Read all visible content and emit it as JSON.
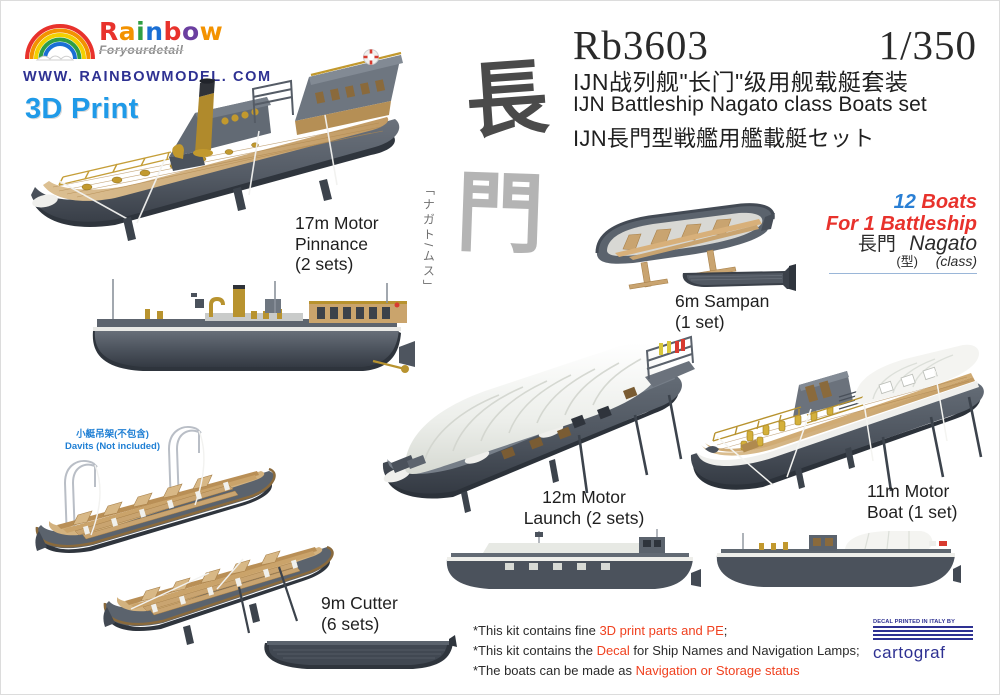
{
  "brand": {
    "name_letters": [
      "R",
      "a",
      "i",
      "n",
      "b",
      "o",
      "w"
    ],
    "tagline": "Foryourdetail",
    "url": "WWW. RAINBOWMODEL. COM",
    "badge": "3D Print",
    "logo_icon": "rainbow-arc-icon"
  },
  "title": {
    "kit_code": "Rb3603",
    "scale": "1/350",
    "line_cn": "IJN战列舰\"长门\"级用舰载艇套装",
    "line_en": "IJN Battleship Nagato class Boats set",
    "line_jp": "IJN長門型戦艦用艦載艇セット"
  },
  "calligraphy": {
    "char_1": "長",
    "char_2": "門",
    "kana": "「ナガト/ムス」"
  },
  "info": {
    "count_number": "12",
    "count_word": " Boats",
    "count_line2": "For 1 Battleship",
    "class_jp": "長門",
    "class_en": "Nagato",
    "class_jp_sub": "(型)",
    "class_en_sub": "(class)"
  },
  "labels": {
    "motor_pinnance": "17m Motor\nPinnance\n(2 sets)",
    "motor_pinnance_l1": "17m Motor",
    "motor_pinnance_l2": "Pinnance",
    "motor_pinnance_l3": "(2 sets)",
    "sampan_l1": "6m Sampan",
    "sampan_l2": "(1 set)",
    "motor_launch_l1": "12m Motor",
    "motor_launch_l2": "Launch (2 sets)",
    "motor_boat_l1": "11m Motor",
    "motor_boat_l2": "Boat (1 set)",
    "cutter_l1": "9m Cutter",
    "cutter_l2": "(6 sets)",
    "davits_cn": "小艇吊架(不包含)",
    "davits_en": "Davits (Not included)"
  },
  "notes": {
    "line1_a": "*This kit contains fine ",
    "line1_hl": "3D print parts and PE",
    "line1_b": ";",
    "line2_a": "*This kit contains the ",
    "line2_hl": "Decal",
    "line2_b": " for Ship Names and Navigation Lamps;",
    "line3_a": "*The boats can be made as ",
    "line3_hl": "Navigation or Storage status",
    "line3_b": ""
  },
  "cartograf": {
    "top": "DECAL PRINTED IN ITALY BY",
    "name": "cartograf"
  },
  "colors": {
    "hull_gray": "#5b636d",
    "hull_gray_dark": "#3f4650",
    "deck_tan": "#c9a470",
    "deck_tan_light": "#dcc093",
    "brass": "#b8932f",
    "canvas_white": "#f2f2ee",
    "accent_red": "#e8322c",
    "accent_blue": "#1f9ae8",
    "brand_navy": "#2e3192",
    "note_highlight": "#f0411f"
  }
}
